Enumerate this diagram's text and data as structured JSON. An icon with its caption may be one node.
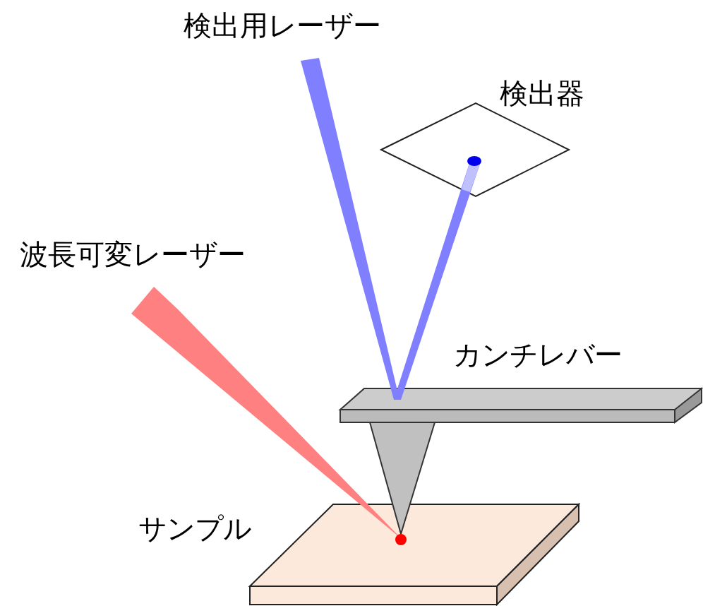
{
  "diagram": {
    "labels": [
      "検出用レーザー",
      "検出器",
      "波長可変レーザー",
      "カンチレバー",
      "サンプル"
    ]
  }
}
